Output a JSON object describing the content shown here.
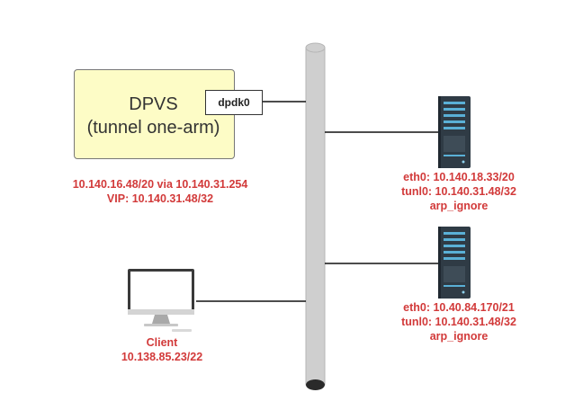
{
  "dpvs": {
    "title_line1": "DPVS",
    "title_line2": "(tunnel one-arm)",
    "interface": "dpdk0",
    "route": "10.140.16.48/20 via 10.140.31.254",
    "vip": "VIP: 10.140.31.48/32"
  },
  "servers": [
    {
      "eth0": "eth0: 10.140.18.33/20",
      "tunl0": "tunl0: 10.140.31.48/32",
      "arp": "arp_ignore"
    },
    {
      "eth0": "eth0: 10.40.84.170/21",
      "tunl0": "tunl0: 10.140.31.48/32",
      "arp": "arp_ignore"
    }
  ],
  "client": {
    "label": "Client",
    "ip": "10.138.85.23/22"
  },
  "colors": {
    "label_red": "#d23a3a",
    "dpvs_fill": "#fdfcc6",
    "bus_gray": "#cfcfcf",
    "server_body": "#2f3b45",
    "server_accent": "#5ab0d6"
  }
}
